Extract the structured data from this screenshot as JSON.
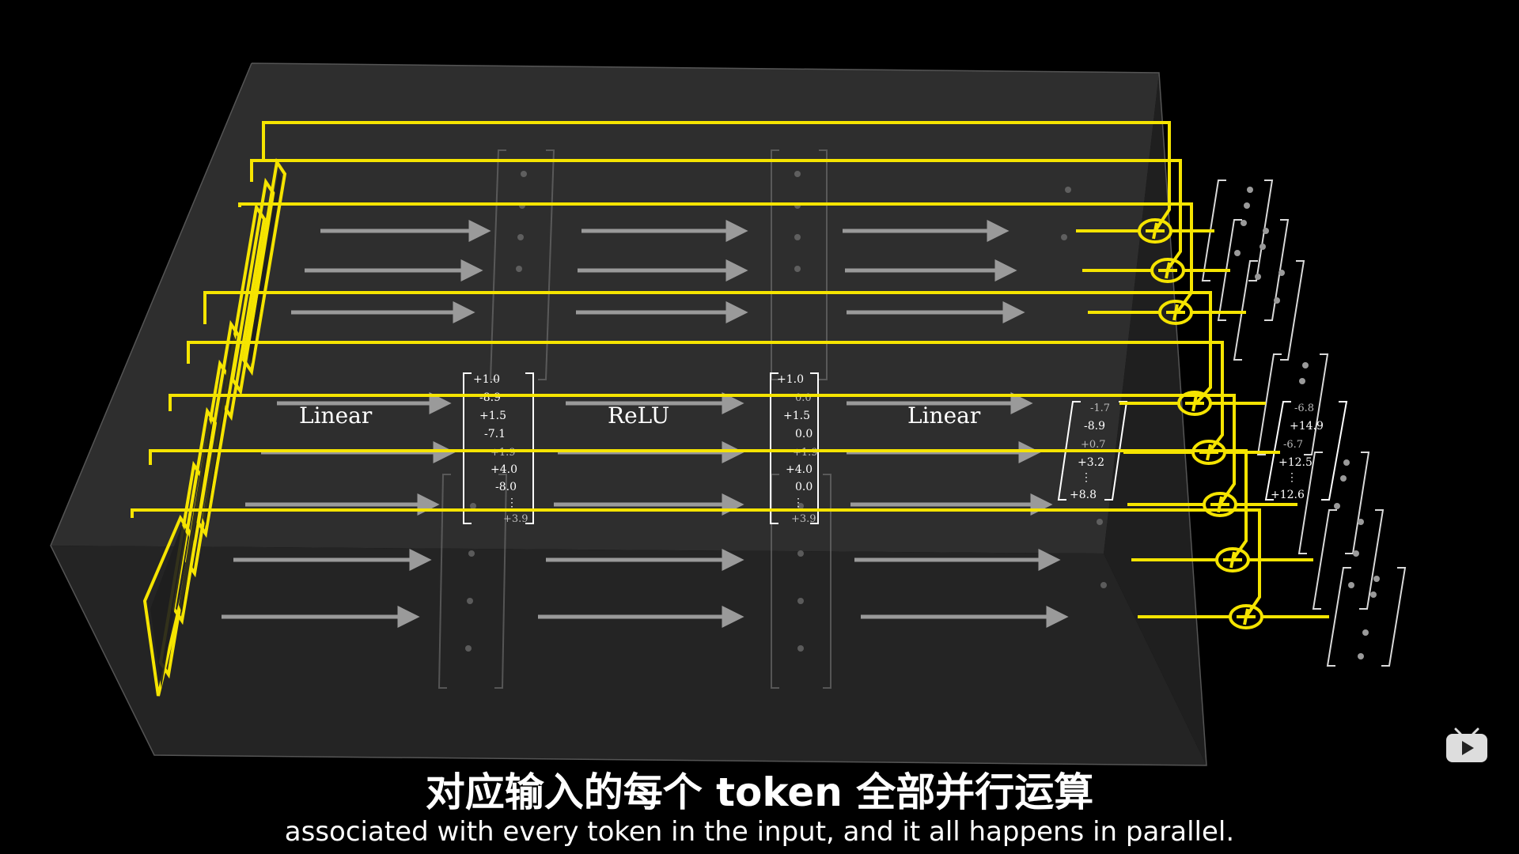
{
  "diagram": {
    "labels": {
      "linear1": "Linear",
      "relu": "ReLU",
      "linear2": "Linear"
    },
    "hidden_vector": [
      "+1.0",
      "-8.9",
      "+1.5",
      "-7.1",
      "+1.9",
      "+4.0",
      "-8.0",
      "⋮",
      "+3.9"
    ],
    "relu_vector": [
      "+1.0",
      "0.0",
      "+1.5",
      "0.0",
      "+1.9",
      "+4.0",
      "0.0",
      "⋮",
      "+3.9"
    ],
    "output_vector": [
      "-1.7",
      "-8.9",
      "+0.7",
      "+3.2",
      "⋮",
      "+8.8"
    ],
    "result_vector": [
      "-6.8",
      "+14.9",
      "-6.7",
      "+12.5",
      "⋮",
      "+12.6"
    ],
    "colors": {
      "accent": "#f5e400",
      "box": "#3a3a3a",
      "arrow": "#9a9a9a"
    }
  },
  "captions": {
    "zh": "对应输入的每个 token  全部并行运算",
    "en": "associated with every token in the input, and it all happens in parallel."
  },
  "icons": {
    "bilibili": "bilibili-play-icon"
  }
}
